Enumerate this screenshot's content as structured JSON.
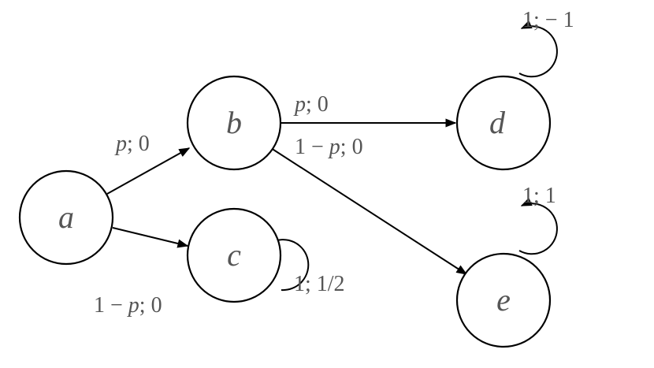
{
  "diagram": {
    "nodes": [
      {
        "id": "a",
        "label": "a"
      },
      {
        "id": "b",
        "label": "b"
      },
      {
        "id": "c",
        "label": "c"
      },
      {
        "id": "d",
        "label": "d"
      },
      {
        "id": "e",
        "label": "e"
      }
    ],
    "edges": [
      {
        "from": "a",
        "to": "b",
        "prob": "p",
        "reward": "0"
      },
      {
        "from": "a",
        "to": "c",
        "prob": "1 − p",
        "reward": "0"
      },
      {
        "from": "b",
        "to": "d",
        "prob": "p",
        "reward": "0"
      },
      {
        "from": "b",
        "to": "e",
        "prob": "1 − p",
        "reward": "0"
      },
      {
        "from": "c",
        "to": "c",
        "prob": "1",
        "reward": "1/2"
      },
      {
        "from": "d",
        "to": "d",
        "prob": "1",
        "reward": "− 1"
      },
      {
        "from": "e",
        "to": "e",
        "prob": "1",
        "reward": "1"
      }
    ]
  }
}
